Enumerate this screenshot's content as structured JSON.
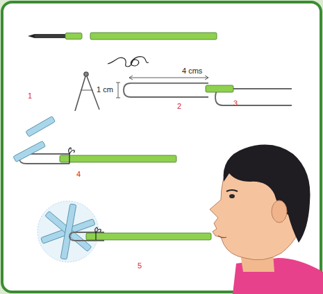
{
  "diagram": {
    "labels": [
      "1",
      "4 cms",
      "1 cm",
      "2",
      "3",
      "4",
      "5"
    ]
  }
}
